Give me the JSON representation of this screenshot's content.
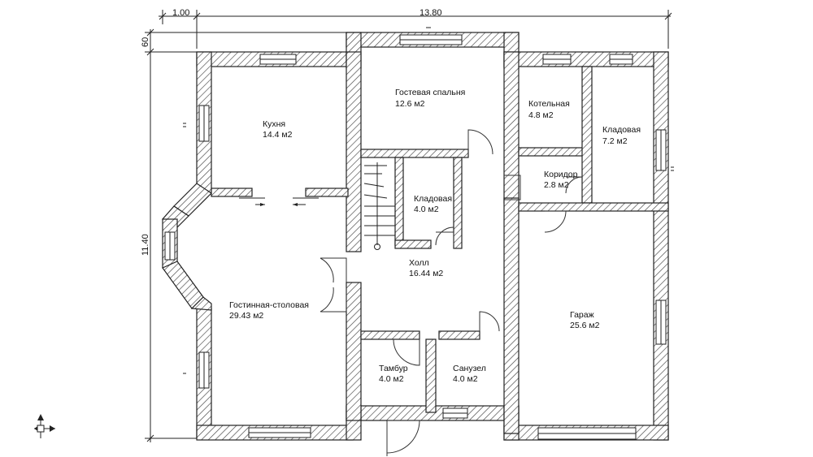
{
  "dimensions": {
    "top_left": "1.00",
    "top_main": "13.80",
    "left_small": "60",
    "left_main": "11.40"
  },
  "rooms": [
    {
      "name": "Кухня",
      "area": "14.4 м2"
    },
    {
      "name": "Гостевая спальня",
      "area": "12.6 м2"
    },
    {
      "name": "Котельная",
      "area": "4.8 м2"
    },
    {
      "name": "Кладовая",
      "area": "7.2 м2"
    },
    {
      "name": "Коридор",
      "area": "2.8 м2"
    },
    {
      "name": "Кладовая",
      "area": "4.0 м2"
    },
    {
      "name": "Холл",
      "area": "16.44 м2"
    },
    {
      "name": "Гостинная-столовая",
      "area": "29.43 м2"
    },
    {
      "name": "Гараж",
      "area": "25.6 м2"
    },
    {
      "name": "Тамбур",
      "area": "4.0 м2"
    },
    {
      "name": "Санузел",
      "area": "4.0 м2"
    }
  ]
}
